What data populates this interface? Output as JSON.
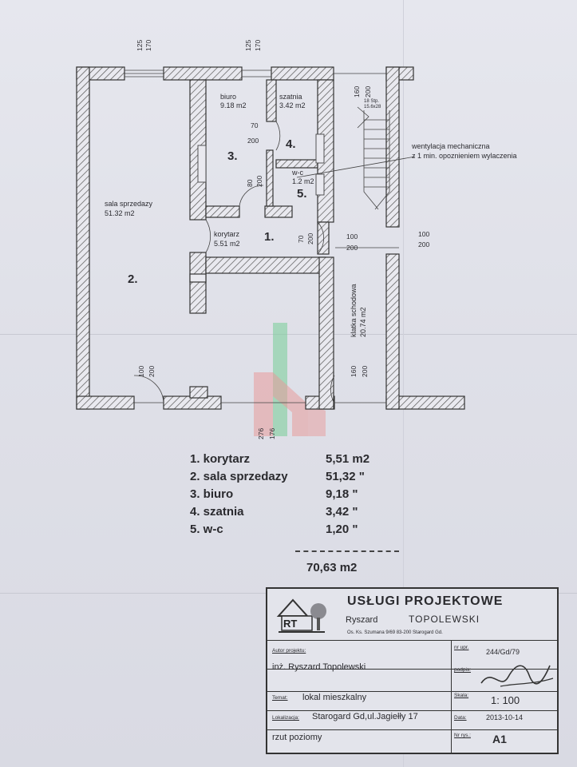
{
  "rooms": {
    "biuro": {
      "name": "biuro",
      "area": "9.18 m2",
      "num": "3."
    },
    "szatnia": {
      "name": "szatnia",
      "area": "3.42 m2",
      "num": "4."
    },
    "wc": {
      "name": "w-c",
      "area": "1.2 m2",
      "num": "5."
    },
    "sala": {
      "name": "sala sprzedazy",
      "area": "51.32 m2",
      "num": "2."
    },
    "korytarz": {
      "name": "korytarz",
      "area": "5.51 m2",
      "num": "1."
    },
    "klatka": {
      "name": "klatka schodowa",
      "area": "20.74 m2"
    }
  },
  "ventilation": {
    "line1": "wentylacja mechaniczna",
    "line2": "z 1 min. opoznieniem wylaczenia"
  },
  "stairs_note": {
    "line1": "18 Stp.",
    "line2": "15.6x28"
  },
  "dims": {
    "win1a": "125",
    "win1b": "170",
    "win2a": "125",
    "win2b": "170",
    "d160": "160",
    "d200": "200",
    "d70a": "70",
    "d200a": "200",
    "d80": "80",
    "d200b": "200",
    "d70b": "70",
    "d200c": "200",
    "d100a": "100",
    "d200d": "200",
    "d100b": "100",
    "d200e": "200",
    "b100": "100",
    "b200": "200",
    "b160": "160",
    "b200b": "200",
    "b276": "276",
    "b176": "176"
  },
  "legend": [
    {
      "name": "1. korytarz",
      "value": "5,51 m2"
    },
    {
      "name": "2. sala sprzedazy",
      "value": "51,32  \""
    },
    {
      "name": "3. biuro",
      "value": "9,18  \""
    },
    {
      "name": "4. szatnia",
      "value": "3,42  \""
    },
    {
      "name": "5. w-c",
      "value": "1,20  \""
    }
  ],
  "total": "70,63  m2",
  "title_block": {
    "title": "USŁUGI PROJEKTOWE",
    "first_name": "Ryszard",
    "last_name": "TOPOLEWSKI",
    "address": "Os. Ks. Szumana 9/69 83-200 Starogard Gd.",
    "logo_text": "RT",
    "label_author": "Autor projektu:",
    "author": "inż. Ryszard Topolewski",
    "label_nr": "nr upr.",
    "nr": "244/Gd/79",
    "label_sign": "podpis:",
    "label_topic": "Temat:",
    "topic": "lokal   mieszkalny",
    "label_scale": "Skala:",
    "scale": "1: 100",
    "label_location": "Lokalizacja:",
    "location": "Starogard Gd,ul.Jagiełły 17",
    "label_date": "Data:",
    "date": "2013-10-14",
    "drawing": "rzut poziomy",
    "label_rys": "Nr rys.:",
    "rys": "A1"
  }
}
